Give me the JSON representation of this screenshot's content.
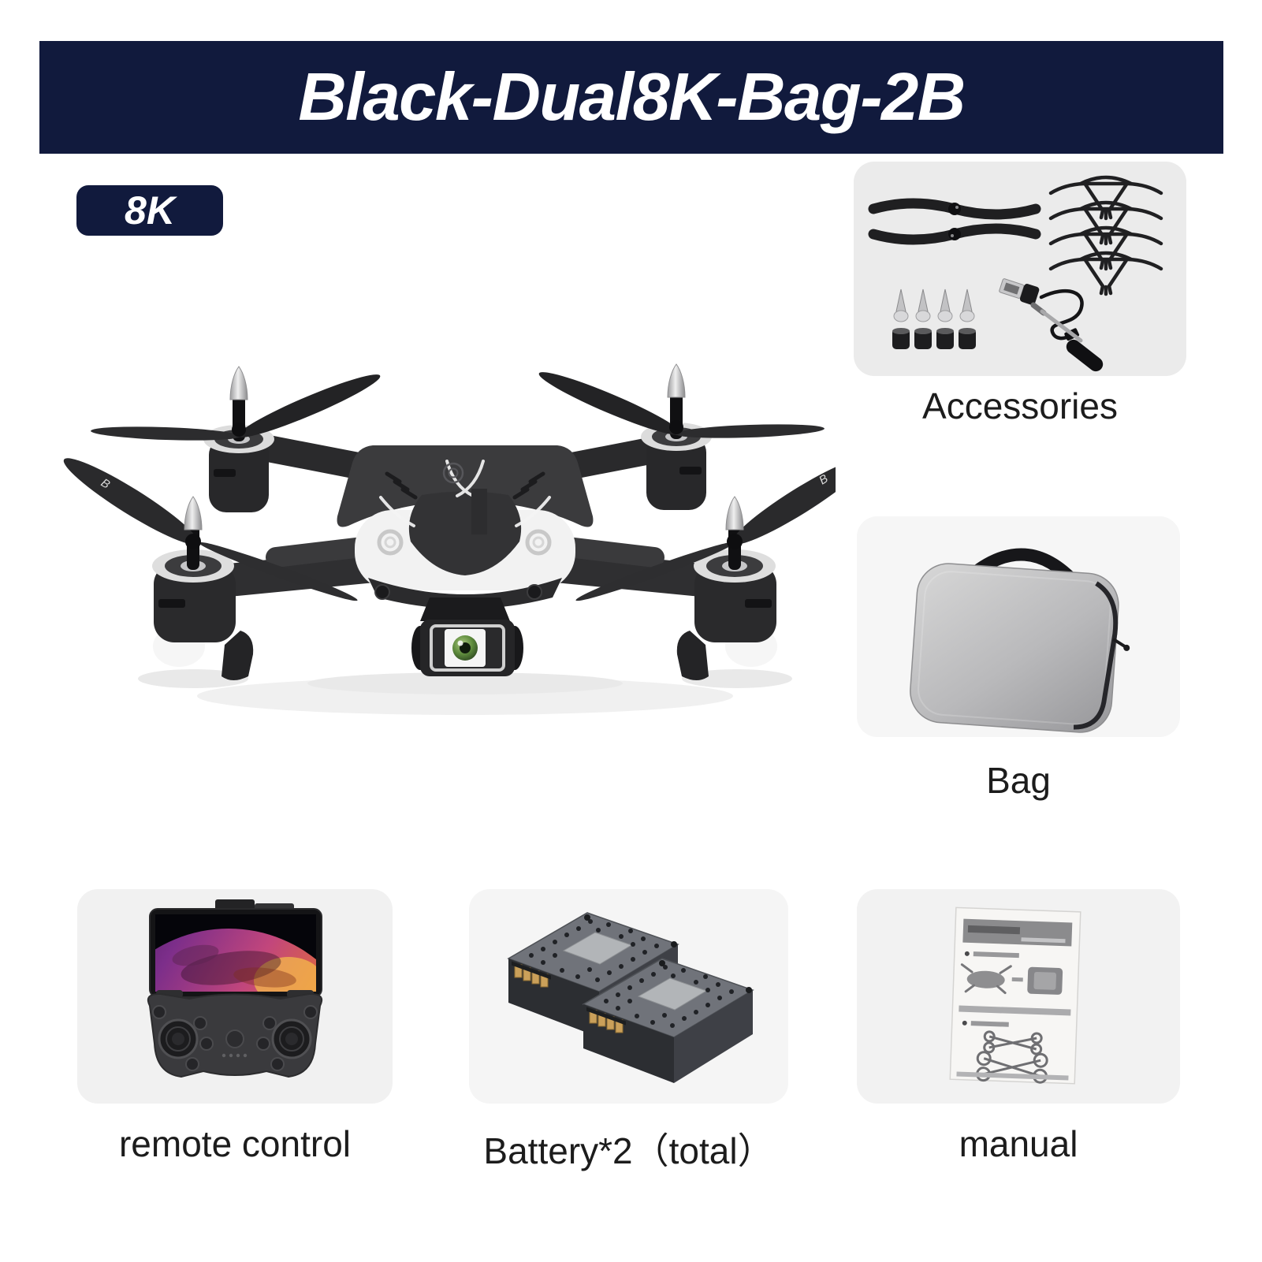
{
  "banner": {
    "title": "Black-Dual8K-Bag-2B",
    "bg_color": "#111a3d",
    "text_color": "#ffffff"
  },
  "badge": {
    "label": "8K",
    "bg_color": "#111a3d",
    "text_color": "#ffffff"
  },
  "tiles": {
    "accessories": {
      "label": "Accessories",
      "image": "accessories-kit-photo"
    },
    "bag": {
      "label": "Bag",
      "image": "carrying-case-photo"
    },
    "remote": {
      "label": "remote control",
      "image": "remote-controller-with-phone-photo"
    },
    "battery": {
      "label": "Battery*2（total）",
      "image": "two-batteries-photo"
    },
    "manual": {
      "label": "manual",
      "image": "instruction-manual-photo"
    }
  },
  "main_image": {
    "name": "black-foldable-quadcopter-drone-photo"
  },
  "colors": {
    "page_bg": "#ffffff",
    "banner_bg": "#111a3d",
    "tile_bg": "#eeeeee",
    "label_text": "#1c1c1c"
  }
}
